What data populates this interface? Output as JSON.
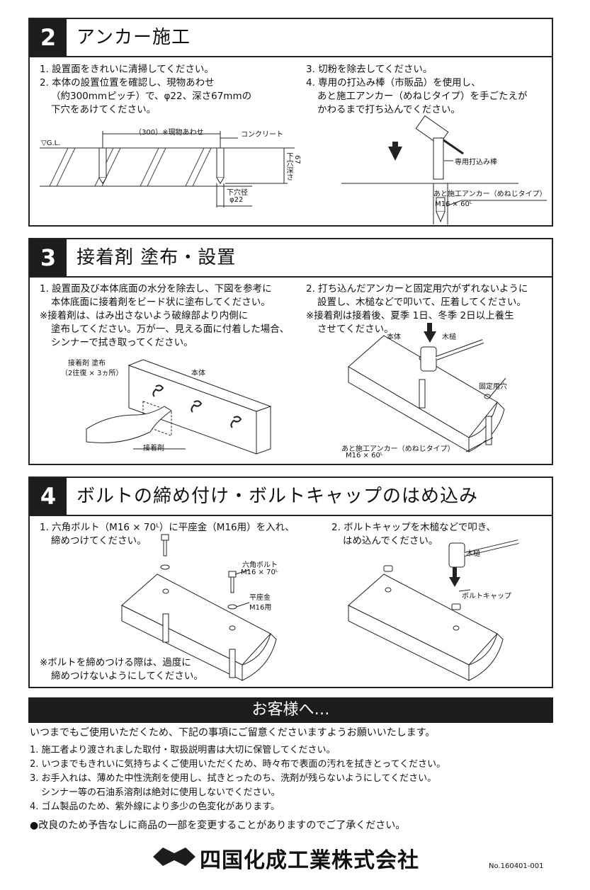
{
  "sec2": {
    "num": "2",
    "title": "アンカー施工",
    "left": [
      "1. 設置面をきれいに清掃してください。",
      "2. 本体の設置位置を確認し、現物あわせ",
      "（約300mmピッチ）で、φ22、深さ67mmの",
      "下穴をあけてください。"
    ],
    "right": [
      "3. 切粉を除去してください。",
      "4. 専用の打込み棒（市販品）を使用し、",
      "あと施工アンカー（めねじタイプ）を手ごたえが",
      "かわるまで打ち込んでください。"
    ],
    "labels": {
      "pitch": "（300）※現物あわせ",
      "concrete": "コンクリート",
      "gl": "▽G.L.",
      "depth": "下穴深さ",
      "depth_val": "67",
      "dia": "下穴径",
      "dia_val": "φ22",
      "rod": "専用打込み棒",
      "anchor": "あと施工アンカー（めねじタイプ）",
      "anchor_size": "M16 × 60ᴸ"
    }
  },
  "sec3": {
    "num": "3",
    "title": "接着剤 塗布・設置",
    "left": [
      "1. 設置面及び本体底面の水分を除去し、下図を参考に",
      "本体底面に接着剤をビード状に塗布してください。",
      "※接着剤は、はみ出さないよう破線部より内側に",
      "塗布してください。万が一、見える面に付着した場合、",
      "シンナーで拭き取ってください。"
    ],
    "right": [
      "2. 打ち込んだアンカーと固定用穴がずれないように",
      "設置し、木槌などで叩いて、圧着してください。",
      "※接着剤は接着後、夏季 1日、冬季 2日以上養生",
      "させてください。"
    ],
    "labels": {
      "glue_apply": "接着剤 塗布",
      "glue_apply_note": "（2往復 × 3ヵ所）",
      "body_left": "本体",
      "glue": "接着剤",
      "body_right": "本体",
      "mallet": "木槌",
      "fix_hole": "固定用穴",
      "anchor": "あと施工アンカー（めねじタイプ）",
      "anchor_size": "M16 × 60ᴸ"
    }
  },
  "sec4": {
    "num": "4",
    "title": "ボルトの締め付け・ボルトキャップのはめ込み",
    "left": [
      "1. 六角ボルト（M16 × 70ᴸ）に平座金（M16用）を入れ、",
      "締めつけてください。"
    ],
    "right": [
      "2. ボルトキャップを木槌などで叩き、",
      "はめ込んでください。"
    ],
    "note": [
      "※ボルトを締めつける際は、過度に",
      "締めつけないようにしてください。"
    ],
    "labels": {
      "bolt": "六角ボルト",
      "bolt_size": "M16 × 70ᴸ",
      "washer": "平座金",
      "washer_size": "M16用",
      "mallet": "木槌",
      "cap": "ボルトキャップ"
    }
  },
  "customer": {
    "heading": "お客様へ…",
    "intro": "いつまでもご使用いただくため、下記の事項にご留意くださいますようお願いいたします。",
    "items": [
      "1. 施工者より渡されました取付・取扱説明書は大切に保管してください。",
      "2. いつまでもきれいに気持ちよくご使用いただくため、時々布で表面の汚れを拭きとってください。",
      "3. お手入れは、薄めた中性洗剤を使用し、拭きとったのち、洗剤が残らないようにしてください。",
      "シンナー等の石油系溶剤は絶対に使用しないでください。",
      "4. ゴム製品のため、紫外線により多少の色変化があります。"
    ],
    "notice": "●改良のため予告なしに商品の一部を変更することがありますのでご了承ください。"
  },
  "footer": {
    "company": "四国化成工業株式会社",
    "doc_no": "No.160401-001"
  }
}
